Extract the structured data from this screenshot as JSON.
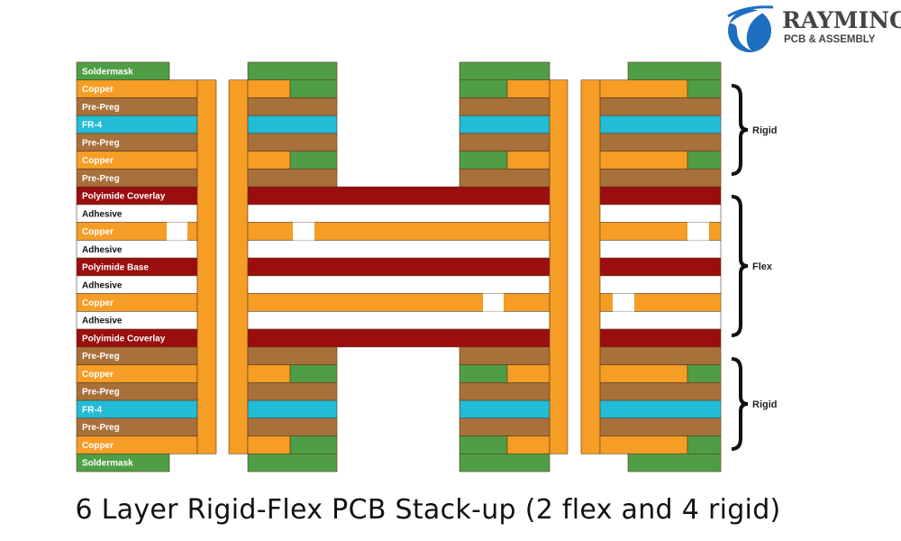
{
  "brand": {
    "name": "RAYMING",
    "tagline": "PCB & ASSEMBLY"
  },
  "caption": "6 Layer Rigid-Flex PCB Stack-up (2 flex  and 4 rigid)",
  "colors": {
    "soldermask": "#4f9e45",
    "copper": "#f59d25",
    "prepreg": "#a8703a",
    "fr4": "#22bcd6",
    "polyimide": "#9a0e0e",
    "adhesive": "#ffffff"
  },
  "layers": [
    {
      "label": "Soldermask",
      "type": "soldermask"
    },
    {
      "label": "Copper",
      "type": "copper"
    },
    {
      "label": "Pre-Preg",
      "type": "prepreg"
    },
    {
      "label": "FR-4",
      "type": "fr4"
    },
    {
      "label": "Pre-Preg",
      "type": "prepreg"
    },
    {
      "label": "Copper",
      "type": "copper"
    },
    {
      "label": "Pre-Preg",
      "type": "prepreg"
    },
    {
      "label": "Polyimide Coverlay",
      "type": "polyimide"
    },
    {
      "label": "Adhesive",
      "type": "adhesive"
    },
    {
      "label": "Copper",
      "type": "copper"
    },
    {
      "label": "Adhesive",
      "type": "adhesive"
    },
    {
      "label": "Polyimide Base",
      "type": "polyimide"
    },
    {
      "label": "Adhesive",
      "type": "adhesive"
    },
    {
      "label": "Copper",
      "type": "copper"
    },
    {
      "label": "Adhesive",
      "type": "adhesive"
    },
    {
      "label": "Polyimide Coverlay",
      "type": "polyimide"
    },
    {
      "label": "Pre-Preg",
      "type": "prepreg"
    },
    {
      "label": "Copper",
      "type": "copper"
    },
    {
      "label": "Pre-Preg",
      "type": "prepreg"
    },
    {
      "label": "FR-4",
      "type": "fr4"
    },
    {
      "label": "Pre-Preg",
      "type": "prepreg"
    },
    {
      "label": "Copper",
      "type": "copper"
    },
    {
      "label": "Soldermask",
      "type": "soldermask"
    }
  ],
  "regions": [
    {
      "label": "Rigid"
    },
    {
      "label": "Flex"
    },
    {
      "label": "Rigid"
    }
  ]
}
